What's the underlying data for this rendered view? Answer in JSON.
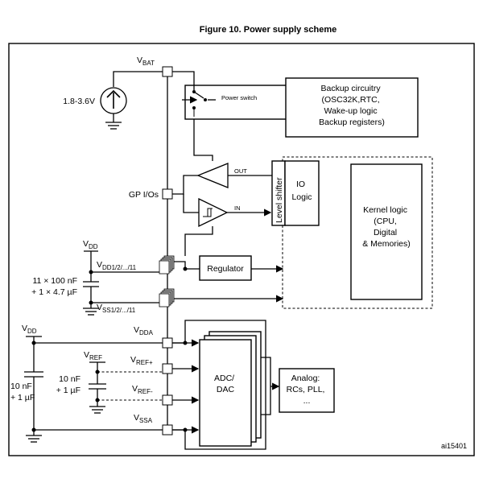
{
  "figure": {
    "title": "Figure 10. Power supply scheme",
    "ref_code": "ai15401"
  },
  "pins": {
    "vbat": {
      "main": "V",
      "sub": "BAT"
    },
    "gp_ios": "GP I/Os",
    "vdd_group": {
      "main": "V",
      "sub": "DD1/2/.../11"
    },
    "vss_group": {
      "main": "V",
      "sub": "SS1/2/.../11"
    },
    "vdda": {
      "main": "V",
      "sub": "DDA"
    },
    "vref_plus": {
      "main": "V",
      "sub": "REF+"
    },
    "vref_minus": {
      "main": "V",
      "sub": "REF-"
    },
    "vssa": {
      "main": "V",
      "sub": "SSA"
    }
  },
  "supplies": {
    "battery_range": "1.8-3.6V",
    "vdd_top": {
      "main": "V",
      "sub": "DD"
    },
    "vdd_bottom": {
      "main": "V",
      "sub": "DD"
    },
    "vref": {
      "main": "V",
      "sub": "REF"
    }
  },
  "capacitors": {
    "vdd_caps_line1": "11 × 100 nF",
    "vdd_caps_line2": "+ 1 × 4.7 µF",
    "vref_caps_line1": "10 nF",
    "vref_caps_line2": "+ 1 µF",
    "vdda_caps_line1": "10 nF",
    "vdda_caps_line2": "+ 1 µF"
  },
  "blocks": {
    "power_switch": "Power switch",
    "backup": [
      "Backup circuitry",
      "(OSC32K,RTC,",
      "Wake-up logic",
      "Backup registers)"
    ],
    "level_shifter": "Level shifter",
    "io_logic": [
      "IO",
      "Logic"
    ],
    "kernel": [
      "Kernel logic",
      "(CPU,",
      "Digital",
      "& Memories)"
    ],
    "regulator": "Regulator",
    "adc_dac": [
      "ADC/",
      "DAC"
    ],
    "analog": [
      "Analog:",
      "RCs, PLL,",
      "..."
    ],
    "buffer_out": "OUT",
    "buffer_in": "IN"
  }
}
